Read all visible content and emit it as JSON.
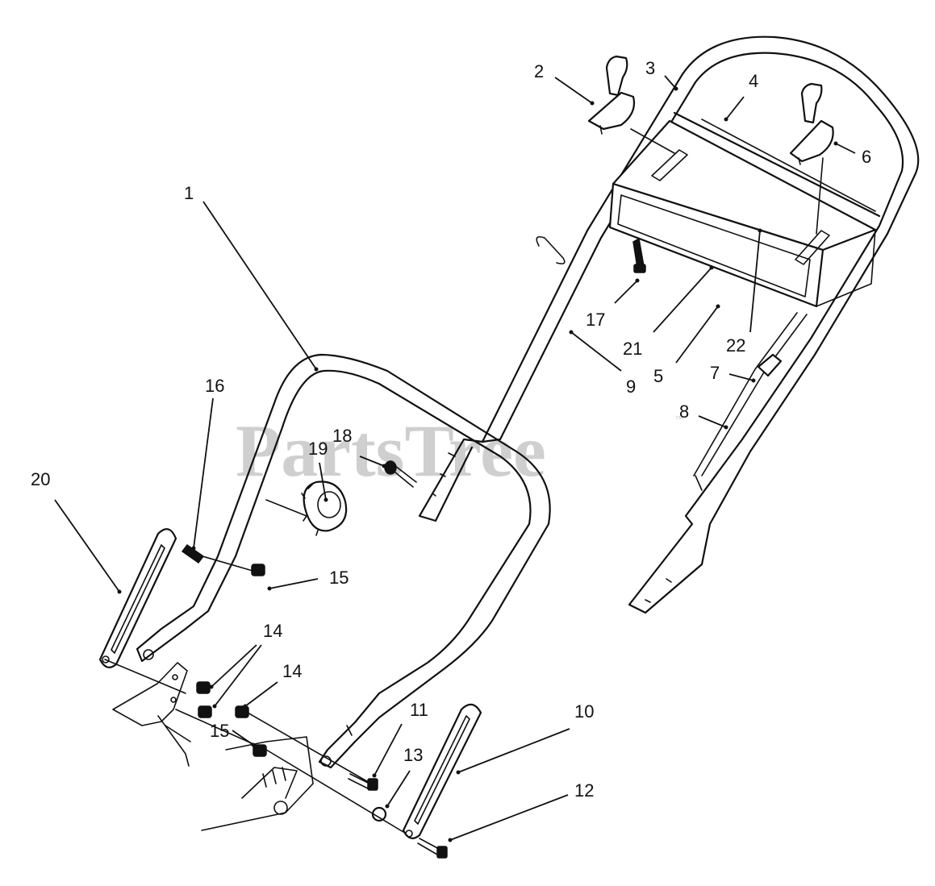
{
  "watermark": {
    "text": "PartsTree",
    "mark": "™"
  },
  "callouts": [
    {
      "id": "c1",
      "label": "1"
    },
    {
      "id": "c2",
      "label": "2"
    },
    {
      "id": "c3",
      "label": "3"
    },
    {
      "id": "c4",
      "label": "4"
    },
    {
      "id": "c5",
      "label": "5"
    },
    {
      "id": "c6",
      "label": "6"
    },
    {
      "id": "c7",
      "label": "7"
    },
    {
      "id": "c8",
      "label": "8"
    },
    {
      "id": "c9",
      "label": "9"
    },
    {
      "id": "c10",
      "label": "10"
    },
    {
      "id": "c11",
      "label": "11"
    },
    {
      "id": "c12",
      "label": "12"
    },
    {
      "id": "c13",
      "label": "13"
    },
    {
      "id": "c14a",
      "label": "14"
    },
    {
      "id": "c14b",
      "label": "14"
    },
    {
      "id": "c15a",
      "label": "15"
    },
    {
      "id": "c15b",
      "label": "15"
    },
    {
      "id": "c16",
      "label": "16"
    },
    {
      "id": "c17",
      "label": "17"
    },
    {
      "id": "c18",
      "label": "18"
    },
    {
      "id": "c19",
      "label": "19"
    },
    {
      "id": "c20",
      "label": "20"
    },
    {
      "id": "c21",
      "label": "21"
    },
    {
      "id": "c22",
      "label": "22"
    }
  ]
}
